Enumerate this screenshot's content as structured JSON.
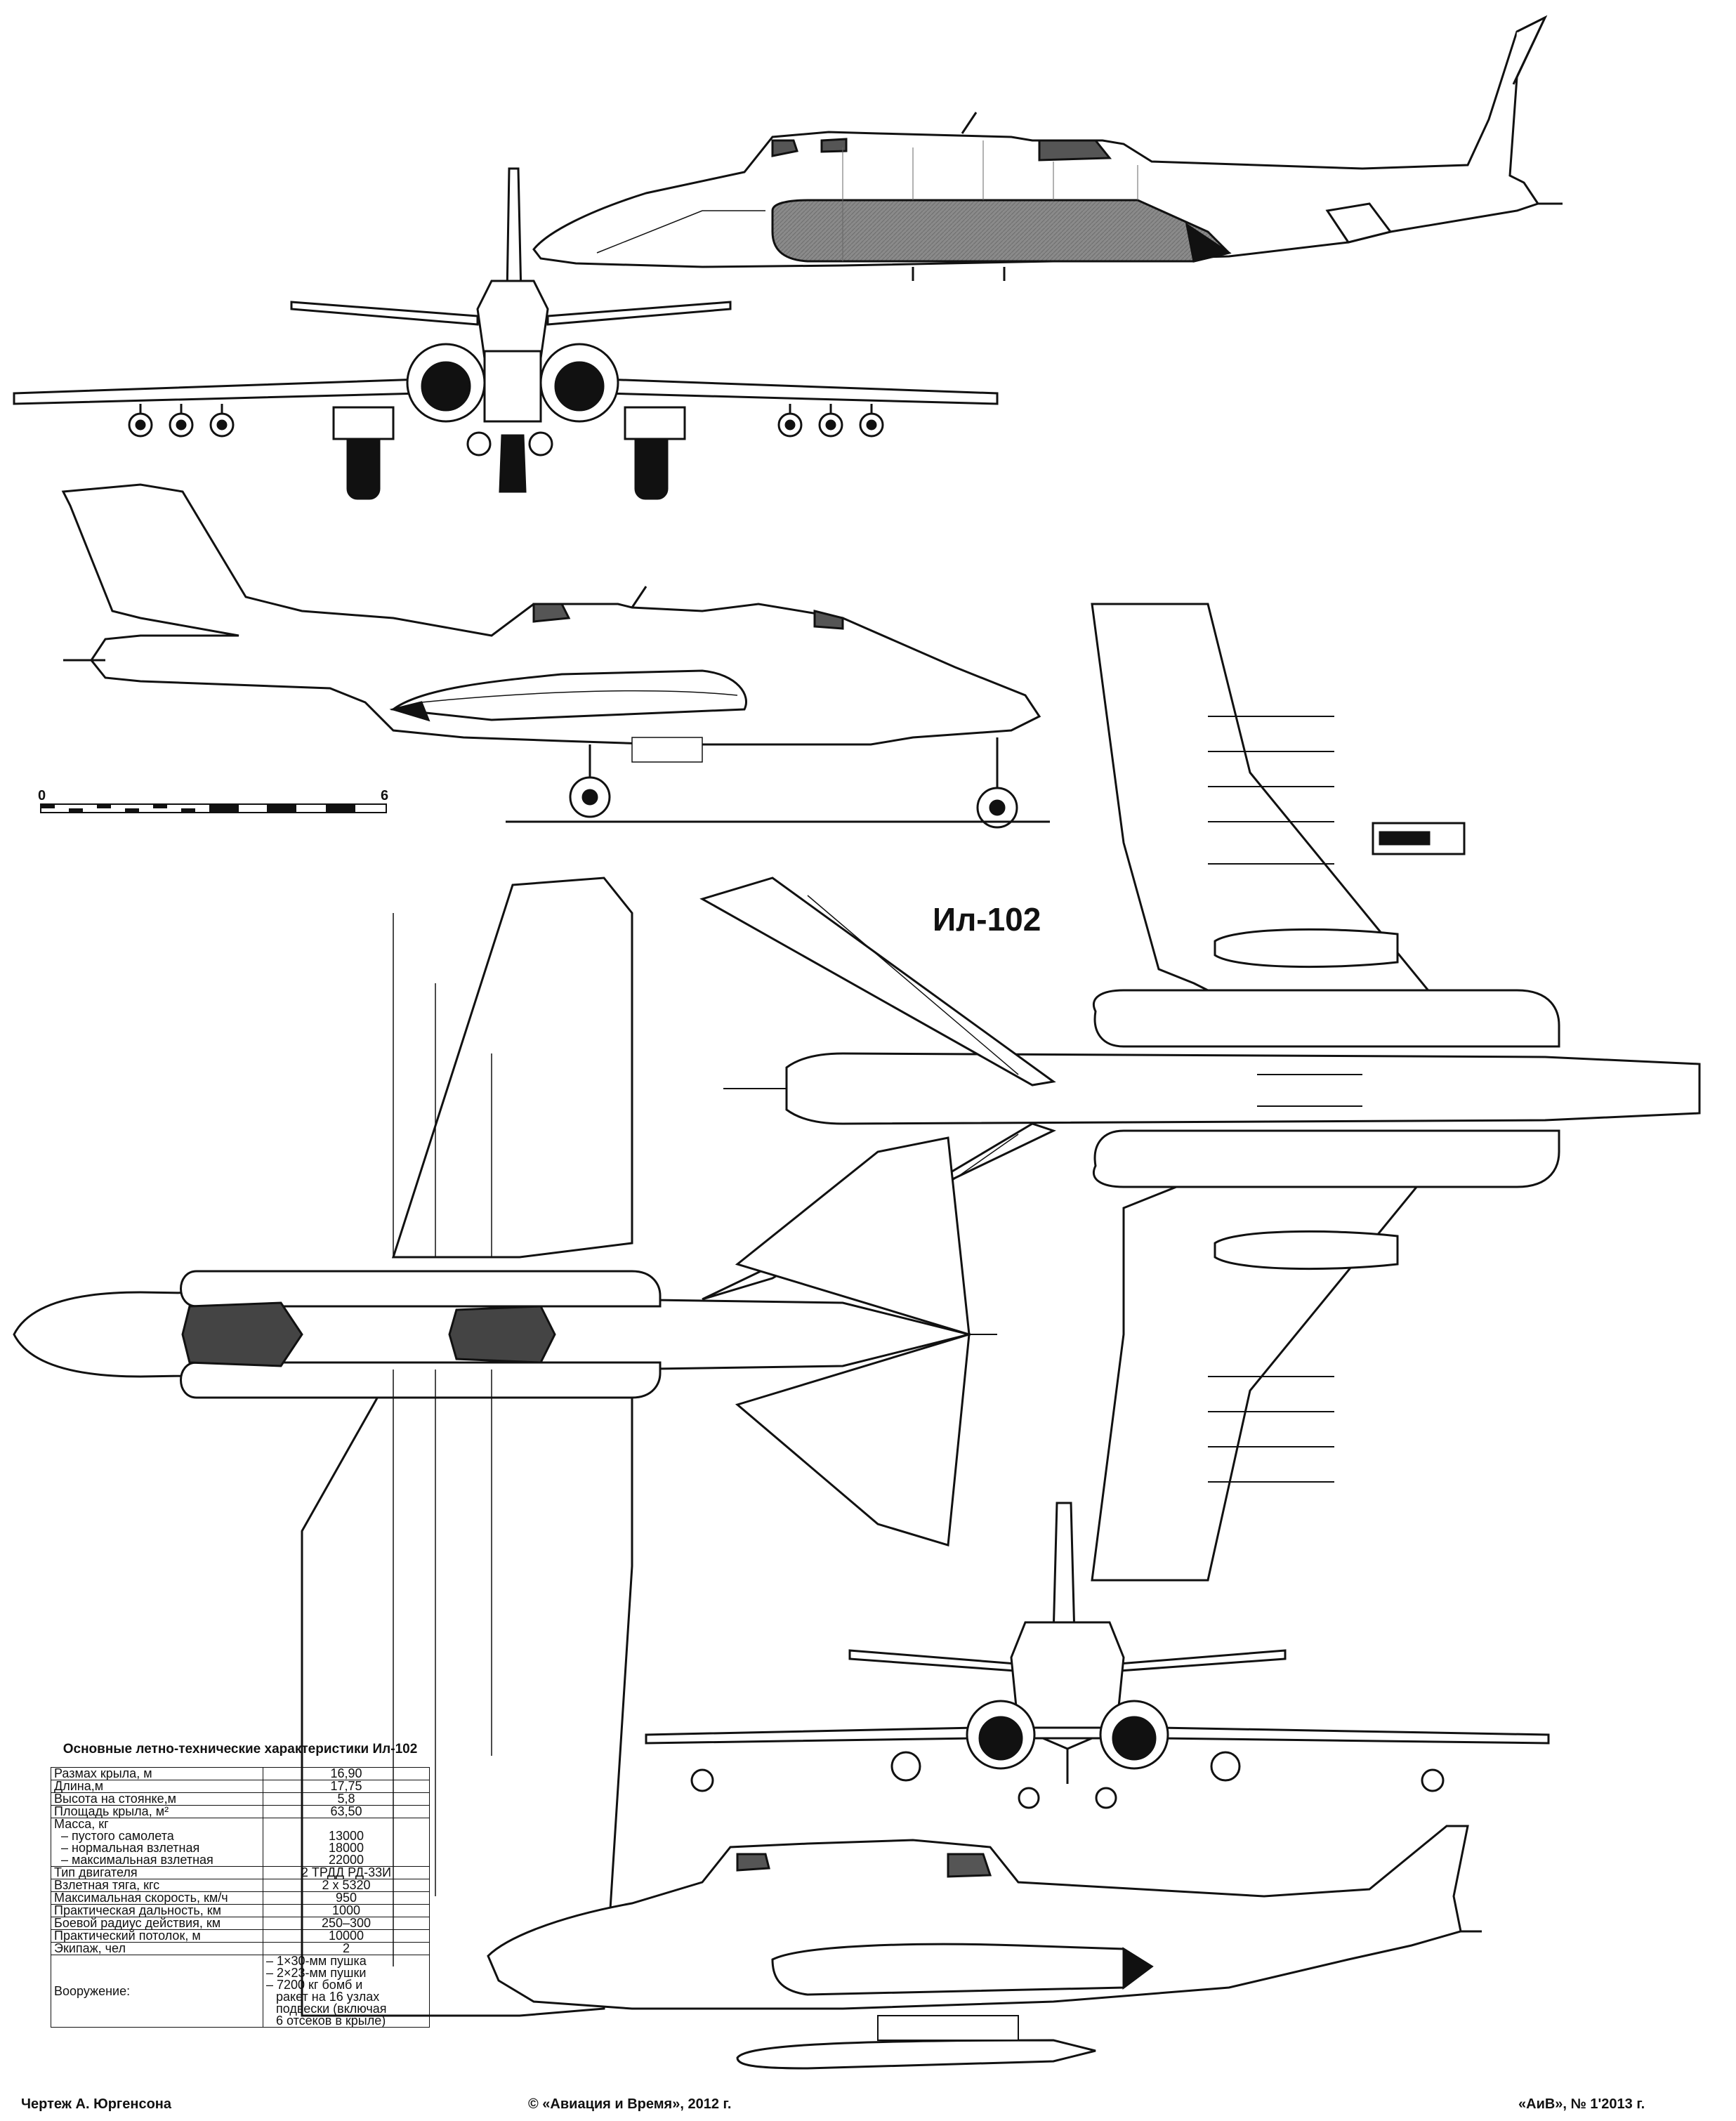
{
  "title": "Ил-102",
  "scale_bar": {
    "min_label": "0",
    "max_label": "6"
  },
  "specs": {
    "heading": "Основные летно-технические характеристики Ил-102",
    "rows": [
      {
        "label": "Размах крыла, м",
        "value": "16,90"
      },
      {
        "label": "Длина,м",
        "value": "17,75"
      },
      {
        "label": "Высота на стоянке,м",
        "value": "5,8"
      },
      {
        "label": "Площадь крыла, м²",
        "value": "63,50"
      }
    ],
    "mass": {
      "label": "Масса, кг",
      "sub_labels": [
        "– пустого самолета",
        "– нормальная взлетная",
        "– максимальная взлетная"
      ],
      "sub_values": [
        "13000",
        "18000",
        "22000"
      ]
    },
    "rows2": [
      {
        "label": "Тип двигателя",
        "value": "2 ТРДД РД-33И"
      },
      {
        "label": "Взлетная тяга, кгс",
        "value": "2 х 5320"
      },
      {
        "label": "Максимальная скорость, км/ч",
        "value": "950"
      },
      {
        "label": "Практическая дальность, км",
        "value": "1000"
      },
      {
        "label": "Боевой радиус действия, км",
        "value": "250–300"
      },
      {
        "label": "Практический потолок, м",
        "value": "10000"
      },
      {
        "label": "Экипаж, чел",
        "value": "2"
      }
    ],
    "armament": {
      "label": "Вооружение:",
      "lines": [
        "– 1×30-мм пушка",
        "– 2×23-мм пушки",
        "– 7200 кг бомб и",
        "ракет на 16 узлах",
        "подвески (включая",
        "6 отсеков в крыле)"
      ]
    }
  },
  "footer": {
    "left": "Чертеж А. Юргенсона",
    "middle": "© «Авиация и Время», 2012 г.",
    "right": "«АиВ», № 1'2013 г."
  }
}
